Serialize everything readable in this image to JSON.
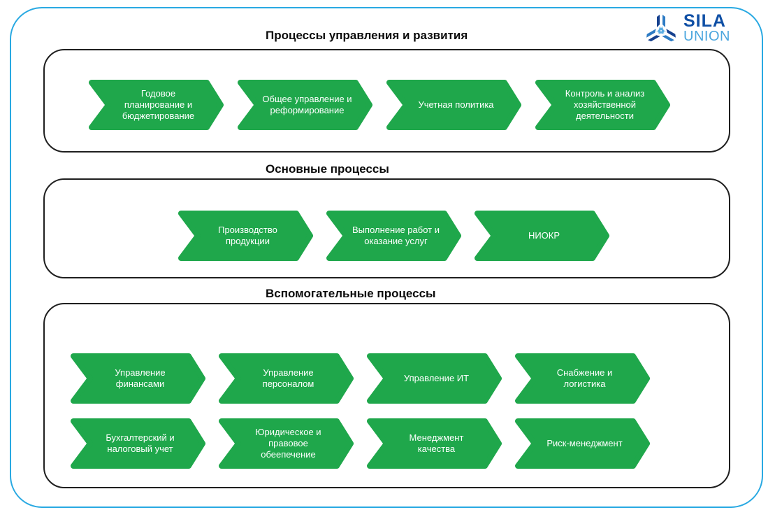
{
  "logo": {
    "name_top": "SILA",
    "name_bottom": "UNION"
  },
  "sections": [
    {
      "title": "Процессы управления и развития",
      "arrows": [
        "Годовое\nпланирование и\nбюджетирование",
        "Общее управление и\nреформирование",
        "Учетная политика",
        "Контроль и анализ\nхозяйственной\nдеятельности"
      ]
    },
    {
      "title": "Основные процессы",
      "arrows": [
        "Производство\nпродукции",
        "Выполнение работ и\nоказание услуг",
        "НИОКР"
      ]
    },
    {
      "title": "Вспомогательные процессы",
      "arrows": [
        "Управление\nфинансами",
        "Управление\nперсоналом",
        "Управление ИТ",
        "Снабжение и\nлогистика",
        "Бухгалтерский и\nналоговый учет",
        "Юридическое и\nправовое\nобеепечение",
        "Менеджмент\nкачества",
        "Риск-менеджмент"
      ]
    }
  ],
  "colors": {
    "arrow_green": "#1FA74B",
    "frame_blue": "#29A9E2",
    "box_border": "#1F1F1F",
    "logo_dark_blue": "#0F4FA5",
    "logo_light_blue": "#4BA6DE"
  }
}
